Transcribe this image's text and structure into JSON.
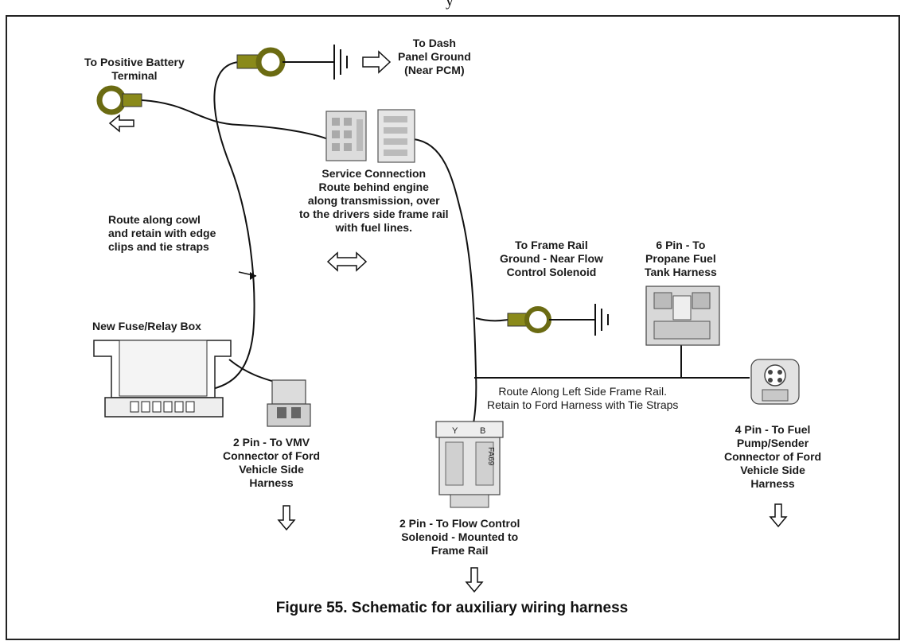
{
  "header_fragment": "y",
  "labels": {
    "positive_battery": [
      "To Positive Battery",
      "Terminal"
    ],
    "dash_ground": [
      "To Dash",
      "Panel Ground",
      "(Near PCM)"
    ],
    "service_connection": [
      "Service Connection",
      "Route behind engine",
      "along transmission, over",
      "to the drivers side frame rail",
      "with fuel lines."
    ],
    "route_cowl": [
      "Route along cowl",
      "and retain with edge",
      "clips and tie straps"
    ],
    "frame_rail_ground": [
      "To Frame Rail",
      "Ground - Near Flow",
      "Control Solenoid"
    ],
    "six_pin": [
      "6 Pin - To",
      "Propane Fuel",
      "Tank Harness"
    ],
    "fuse_box": [
      "New Fuse/Relay Box"
    ],
    "route_left_rail": [
      "Route Along Left Side Frame Rail.",
      "Retain to Ford Harness with Tie Straps"
    ],
    "two_pin_vmv": [
      "2 Pin - To VMV",
      "Connector of Ford",
      "Vehicle Side",
      "Harness"
    ],
    "four_pin": [
      "4 Pin - To Fuel",
      "Pump/Sender",
      "Connector of Ford",
      "Vehicle Side",
      "Harness"
    ],
    "two_pin_flow": [
      "2 Pin - To Flow Control",
      "Solenoid - Mounted to",
      "Frame Rail"
    ]
  },
  "connector_marks": {
    "flow_top_left": "Y",
    "flow_top_right": "B",
    "flow_side_right": "FA69"
  },
  "caption": "Figure 55.  Schematic for auxiliary wiring harness",
  "colors": {
    "ring_terminal": "#8a8a1a",
    "connector_fill": "#dcdcdc",
    "line": "#111111"
  }
}
